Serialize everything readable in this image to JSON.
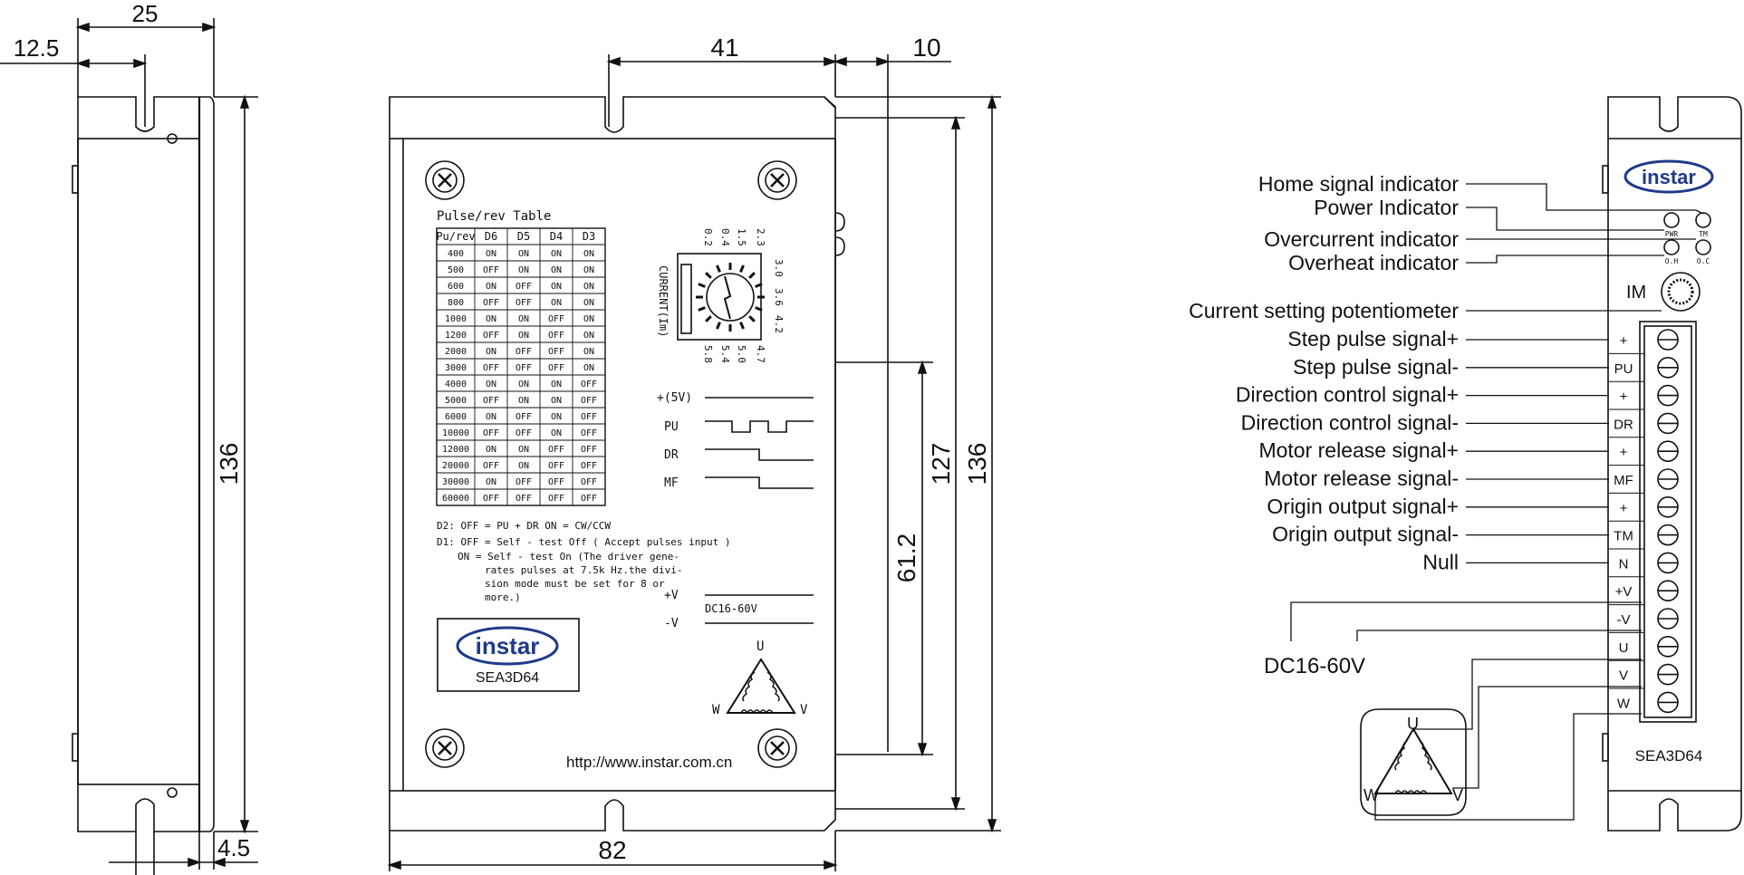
{
  "side_view": {
    "dims": {
      "width": "25",
      "half": "12.5",
      "height": "136",
      "thickness": "4.5"
    }
  },
  "front_view": {
    "dims": {
      "slot_offset": "41",
      "edge": "10",
      "width": "82",
      "height_127": "127",
      "height_136": "136",
      "height_61": "61.2"
    },
    "table_title": "Pulse/rev Table",
    "table_headers": [
      "Pu/rev",
      "D6",
      "D5",
      "D4",
      "D3"
    ],
    "table_rows": [
      [
        "400",
        "ON",
        "ON",
        "ON",
        "ON"
      ],
      [
        "500",
        "OFF",
        "ON",
        "ON",
        "ON"
      ],
      [
        "600",
        "ON",
        "OFF",
        "ON",
        "ON"
      ],
      [
        "800",
        "OFF",
        "OFF",
        "ON",
        "ON"
      ],
      [
        "1000",
        "ON",
        "ON",
        "OFF",
        "ON"
      ],
      [
        "1200",
        "OFF",
        "ON",
        "OFF",
        "ON"
      ],
      [
        "2000",
        "ON",
        "OFF",
        "OFF",
        "ON"
      ],
      [
        "3000",
        "OFF",
        "OFF",
        "OFF",
        "ON"
      ],
      [
        "4000",
        "ON",
        "ON",
        "ON",
        "OFF"
      ],
      [
        "5000",
        "OFF",
        "ON",
        "ON",
        "OFF"
      ],
      [
        "6000",
        "ON",
        "OFF",
        "ON",
        "OFF"
      ],
      [
        "10000",
        "OFF",
        "OFF",
        "ON",
        "OFF"
      ],
      [
        "12000",
        "ON",
        "ON",
        "OFF",
        "OFF"
      ],
      [
        "20000",
        "OFF",
        "ON",
        "OFF",
        "OFF"
      ],
      [
        "30000",
        "ON",
        "OFF",
        "OFF",
        "OFF"
      ],
      [
        "60000",
        "OFF",
        "OFF",
        "OFF",
        "OFF"
      ]
    ],
    "notes": [
      "D2: OFF = PU + DR    ON  = CW/CCW",
      "D1: OFF = Self - test Off ( Accept pulses input )",
      "ON  = Self - test On (The driver gene-",
      "rates pulses at 7.5k Hz.the divi-",
      "sion mode must be set for 8 or",
      "more.)"
    ],
    "current_label": "CURRENT(Im)",
    "current_values_top": [
      "0.2",
      "0.4",
      "1.5",
      "2.3"
    ],
    "current_values_right": [
      "3.0",
      "3.6",
      "4.2"
    ],
    "current_values_bottom": [
      "5.8",
      "5.4",
      "5.0",
      "4.7"
    ],
    "signals": [
      "+(5V)",
      "PU",
      "DR",
      "MF"
    ],
    "power": {
      "plus": "+V",
      "minus": "-V",
      "range": "DC16-60V"
    },
    "motor": {
      "u": "U",
      "v": "V",
      "w": "W"
    },
    "logo": "instar",
    "model": "SEA3D64",
    "url": "http://www.instar.com.cn"
  },
  "terminal_view": {
    "logo": "instar",
    "model": "SEA3D64",
    "led_labels": [
      "PWR",
      "TM",
      "O.H",
      "O.C"
    ],
    "pot_label": "IM",
    "indicators": [
      "Home signal indicator",
      "Power Indicator",
      "Overcurrent indicator",
      "Overheat indicator",
      "Current setting potentiometer"
    ],
    "terminals": [
      "+",
      "PU",
      "+",
      "DR",
      "+",
      "MF",
      "+",
      "TM",
      "N",
      "+V",
      "-V",
      "U",
      "V",
      "W"
    ],
    "signal_labels": [
      "Step pulse signal+",
      "Step pulse signal-",
      "Direction control signal+",
      "Direction control signal-",
      "Motor release signal+",
      "Motor release signal-",
      "Origin output signal+",
      "Origin output signal-",
      "Null"
    ],
    "power_label": "DC16-60V",
    "motor": {
      "u": "U",
      "v": "V",
      "w": "W"
    }
  }
}
